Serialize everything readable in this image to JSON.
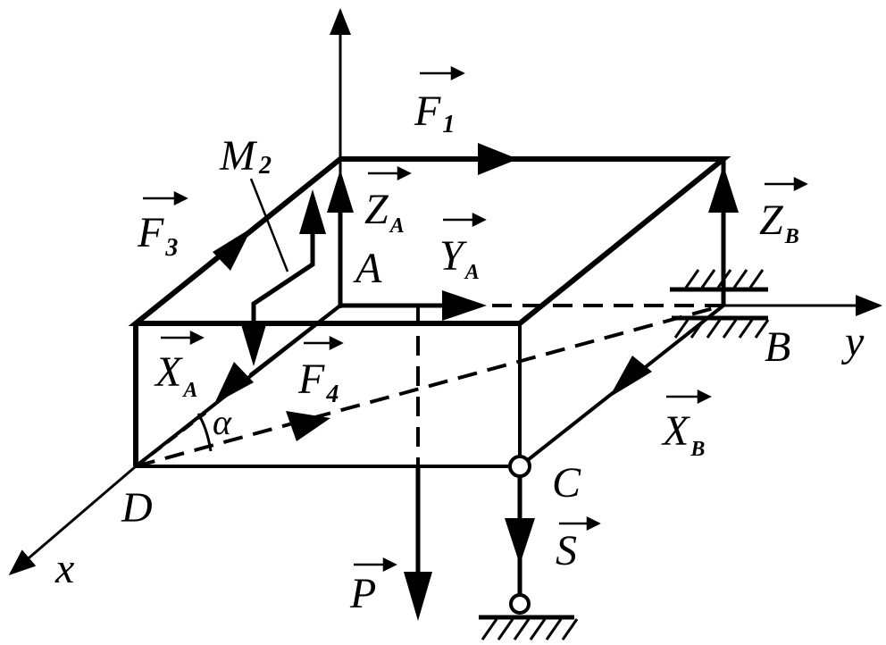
{
  "labels": {
    "F1": {
      "main": "F",
      "sub": "1"
    },
    "F3": {
      "main": "F",
      "sub": "3"
    },
    "F4": {
      "main": "F",
      "sub": "4"
    },
    "M2": {
      "main": "M",
      "sub": "2"
    },
    "ZA": {
      "main": "Z",
      "sub": "A"
    },
    "YA": {
      "main": "Y",
      "sub": "A"
    },
    "XA": {
      "main": "X",
      "sub": "A"
    },
    "ZB": {
      "main": "Z",
      "sub": "B"
    },
    "XB": {
      "main": "X",
      "sub": "B"
    },
    "S": {
      "main": "S"
    },
    "P": {
      "main": "P"
    },
    "alpha": "α",
    "pointA": "A",
    "pointB": "B",
    "pointC": "C",
    "pointD": "D",
    "axisX": "x",
    "axisY": "y"
  }
}
